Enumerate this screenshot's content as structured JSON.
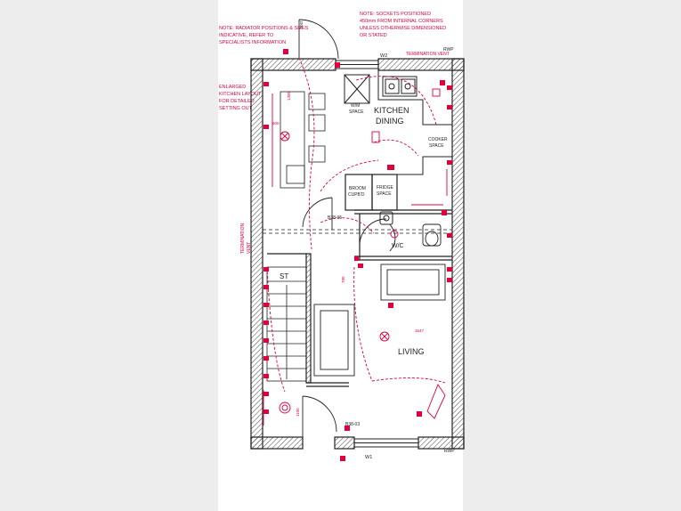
{
  "notes": {
    "left": [
      "NOTE: RADIATOR POSITIONS & SIZES",
      "INDICATIVE, REFER TO",
      "SPECIALISTS INFORMATION"
    ],
    "left_kitchen": [
      "ENLARGED",
      "KITCHEN LAYOUT",
      "FOR DETAILED",
      "SETTING OUT"
    ],
    "top_right": [
      "NOTE: SOCKETS POSITIONED",
      "450mm FROM INTERNAL CORNERS",
      "UNLESS OTHERWISE DIMENSIONED",
      "OR STATED"
    ],
    "termination_vent_top": "TERMINATION VENT",
    "termination_vent_side": [
      "TERMINATION",
      "VENT"
    ]
  },
  "rooms": {
    "kitchen": "KITCHEN",
    "dining": "DINING",
    "living": "LIVING",
    "wc": "W/C",
    "stairs": "ST"
  },
  "fixtures": {
    "wm_space": [
      "W/M",
      "SPACE"
    ],
    "cooker_space": [
      "COOKER",
      "SPACE"
    ],
    "broom_cupboard": [
      "BROOM",
      "CUPB'D"
    ],
    "fridge_space": [
      "FRIDGE",
      "SPACE"
    ]
  },
  "tags": {
    "w2": "W2",
    "w1": "W1",
    "rwp_top": "RWP",
    "rwp_bottom": "RWP",
    "door_top": "D04",
    "door_wc": "B38-05",
    "door_entrance": "B38-03",
    "dim_dining_a": "1300",
    "dim_dining_b": "600",
    "dim_living_a": "1547",
    "dim_living_b": "780",
    "dim_hall": "1100"
  },
  "colors": {
    "ink": "#222222",
    "red": "#e0003c",
    "paper": "#ffffff",
    "margin": "#ededed"
  }
}
